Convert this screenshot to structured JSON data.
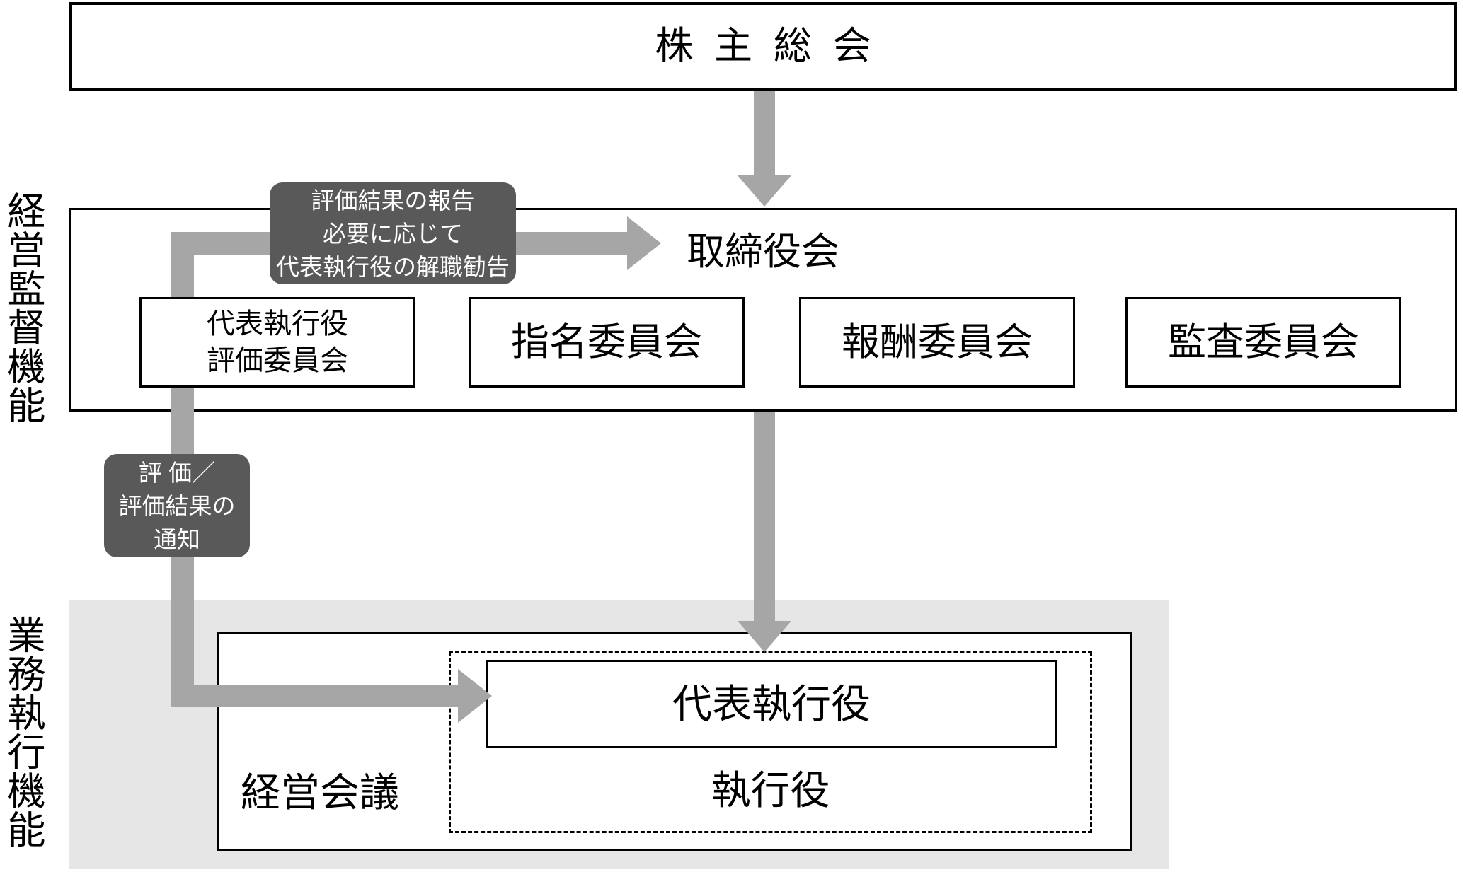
{
  "colors": {
    "arrow": "#a6a6a6",
    "callout_bg": "#595959",
    "callout_text": "#ffffff",
    "band_bg": "#e7e6e6",
    "border": "#000000"
  },
  "axis_labels": {
    "supervision": "経営監督機能",
    "execution": "業務執行機能"
  },
  "nodes": {
    "shareholders_meeting": {
      "label": "株主総会"
    },
    "board_of_directors": {
      "label": "取締役会"
    },
    "ceo_evaluation_committee": {
      "line1": "代表執行役",
      "line2": "評価委員会"
    },
    "nomination_committee": {
      "label": "指名委員会"
    },
    "compensation_committee": {
      "label": "報酬委員会"
    },
    "audit_committee": {
      "label": "監査委員会"
    },
    "management_meeting": {
      "label": "経営会議"
    },
    "representative_executive_officer": {
      "label": "代表執行役"
    },
    "executive_officers": {
      "label": "執行役"
    }
  },
  "callouts": {
    "report_to_board": {
      "line1": "評価結果の報告",
      "line2": "必要に応じて",
      "line3": "代表執行役の解職勧告"
    },
    "evaluation_notice": {
      "line1": "評 価／",
      "line2": "評価結果の",
      "line3": "通知"
    }
  }
}
